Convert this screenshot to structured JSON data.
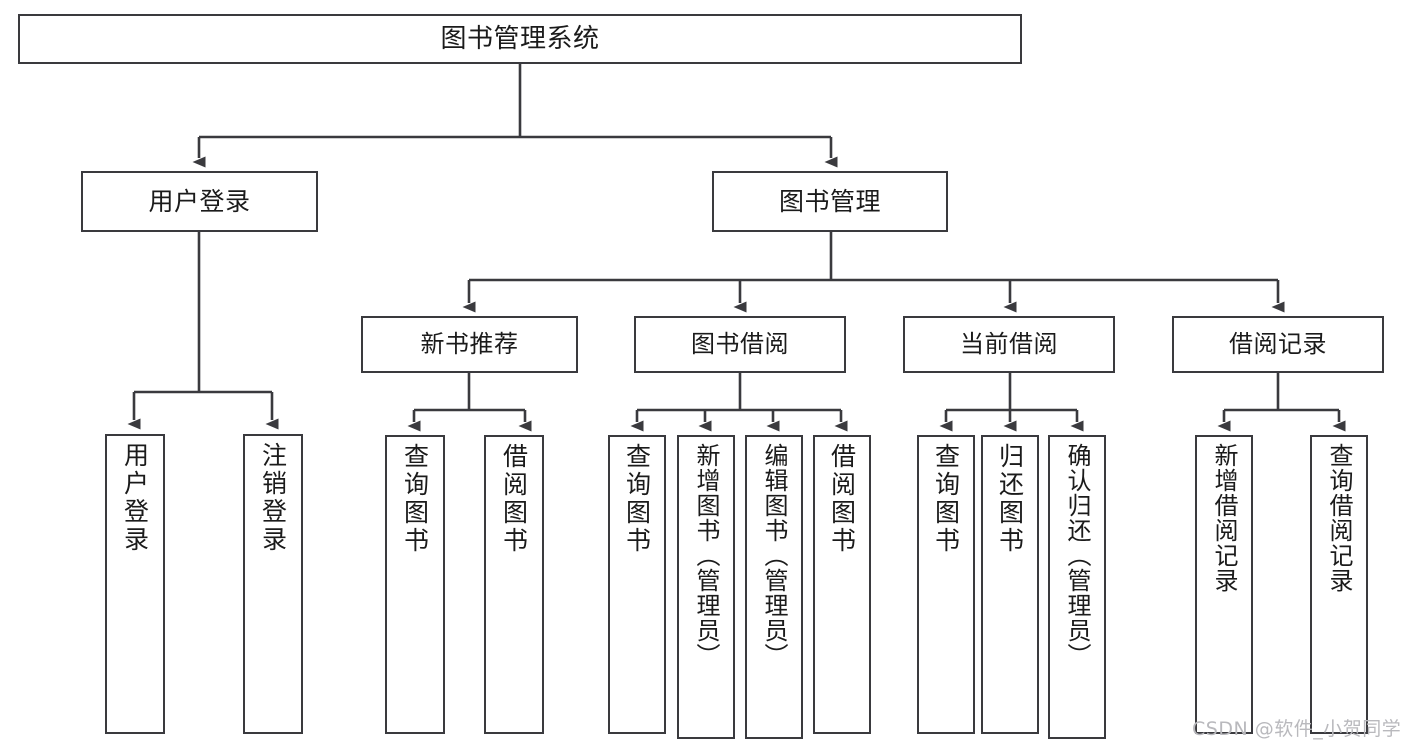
{
  "diagram": {
    "title": "图书管理系统",
    "type": "tree-hierarchy",
    "colors": {
      "background": "#ffffff",
      "stroke": "#3a3a3e",
      "text": "#1b1b1b",
      "watermark": "#b9b9bd"
    },
    "root": {
      "label": "图书管理系统"
    },
    "level2": [
      {
        "label": "用户登录"
      },
      {
        "label": "图书管理"
      }
    ],
    "level3": [
      {
        "label": "新书推荐"
      },
      {
        "label": "图书借阅"
      },
      {
        "label": "当前借阅"
      },
      {
        "label": "借阅记录"
      }
    ],
    "leaves": {
      "user_login": [
        {
          "label": "用户登录"
        },
        {
          "label": "注销登录"
        }
      ],
      "new_book_recommend": [
        {
          "label": "查询图书"
        },
        {
          "label": "借阅图书"
        }
      ],
      "book_borrow": [
        {
          "label": "查询图书"
        },
        {
          "label": "新增图书（管理员）"
        },
        {
          "label": "编辑图书（管理员）"
        },
        {
          "label": "借阅图书"
        }
      ],
      "current_borrow": [
        {
          "label": "查询图书"
        },
        {
          "label": "归还图书"
        },
        {
          "label": "确认归还（管理员）"
        }
      ],
      "borrow_record": [
        {
          "label": "新增借阅记录"
        },
        {
          "label": "查询借阅记录"
        }
      ]
    },
    "watermark": "CSDN @软件_小贺同学"
  }
}
